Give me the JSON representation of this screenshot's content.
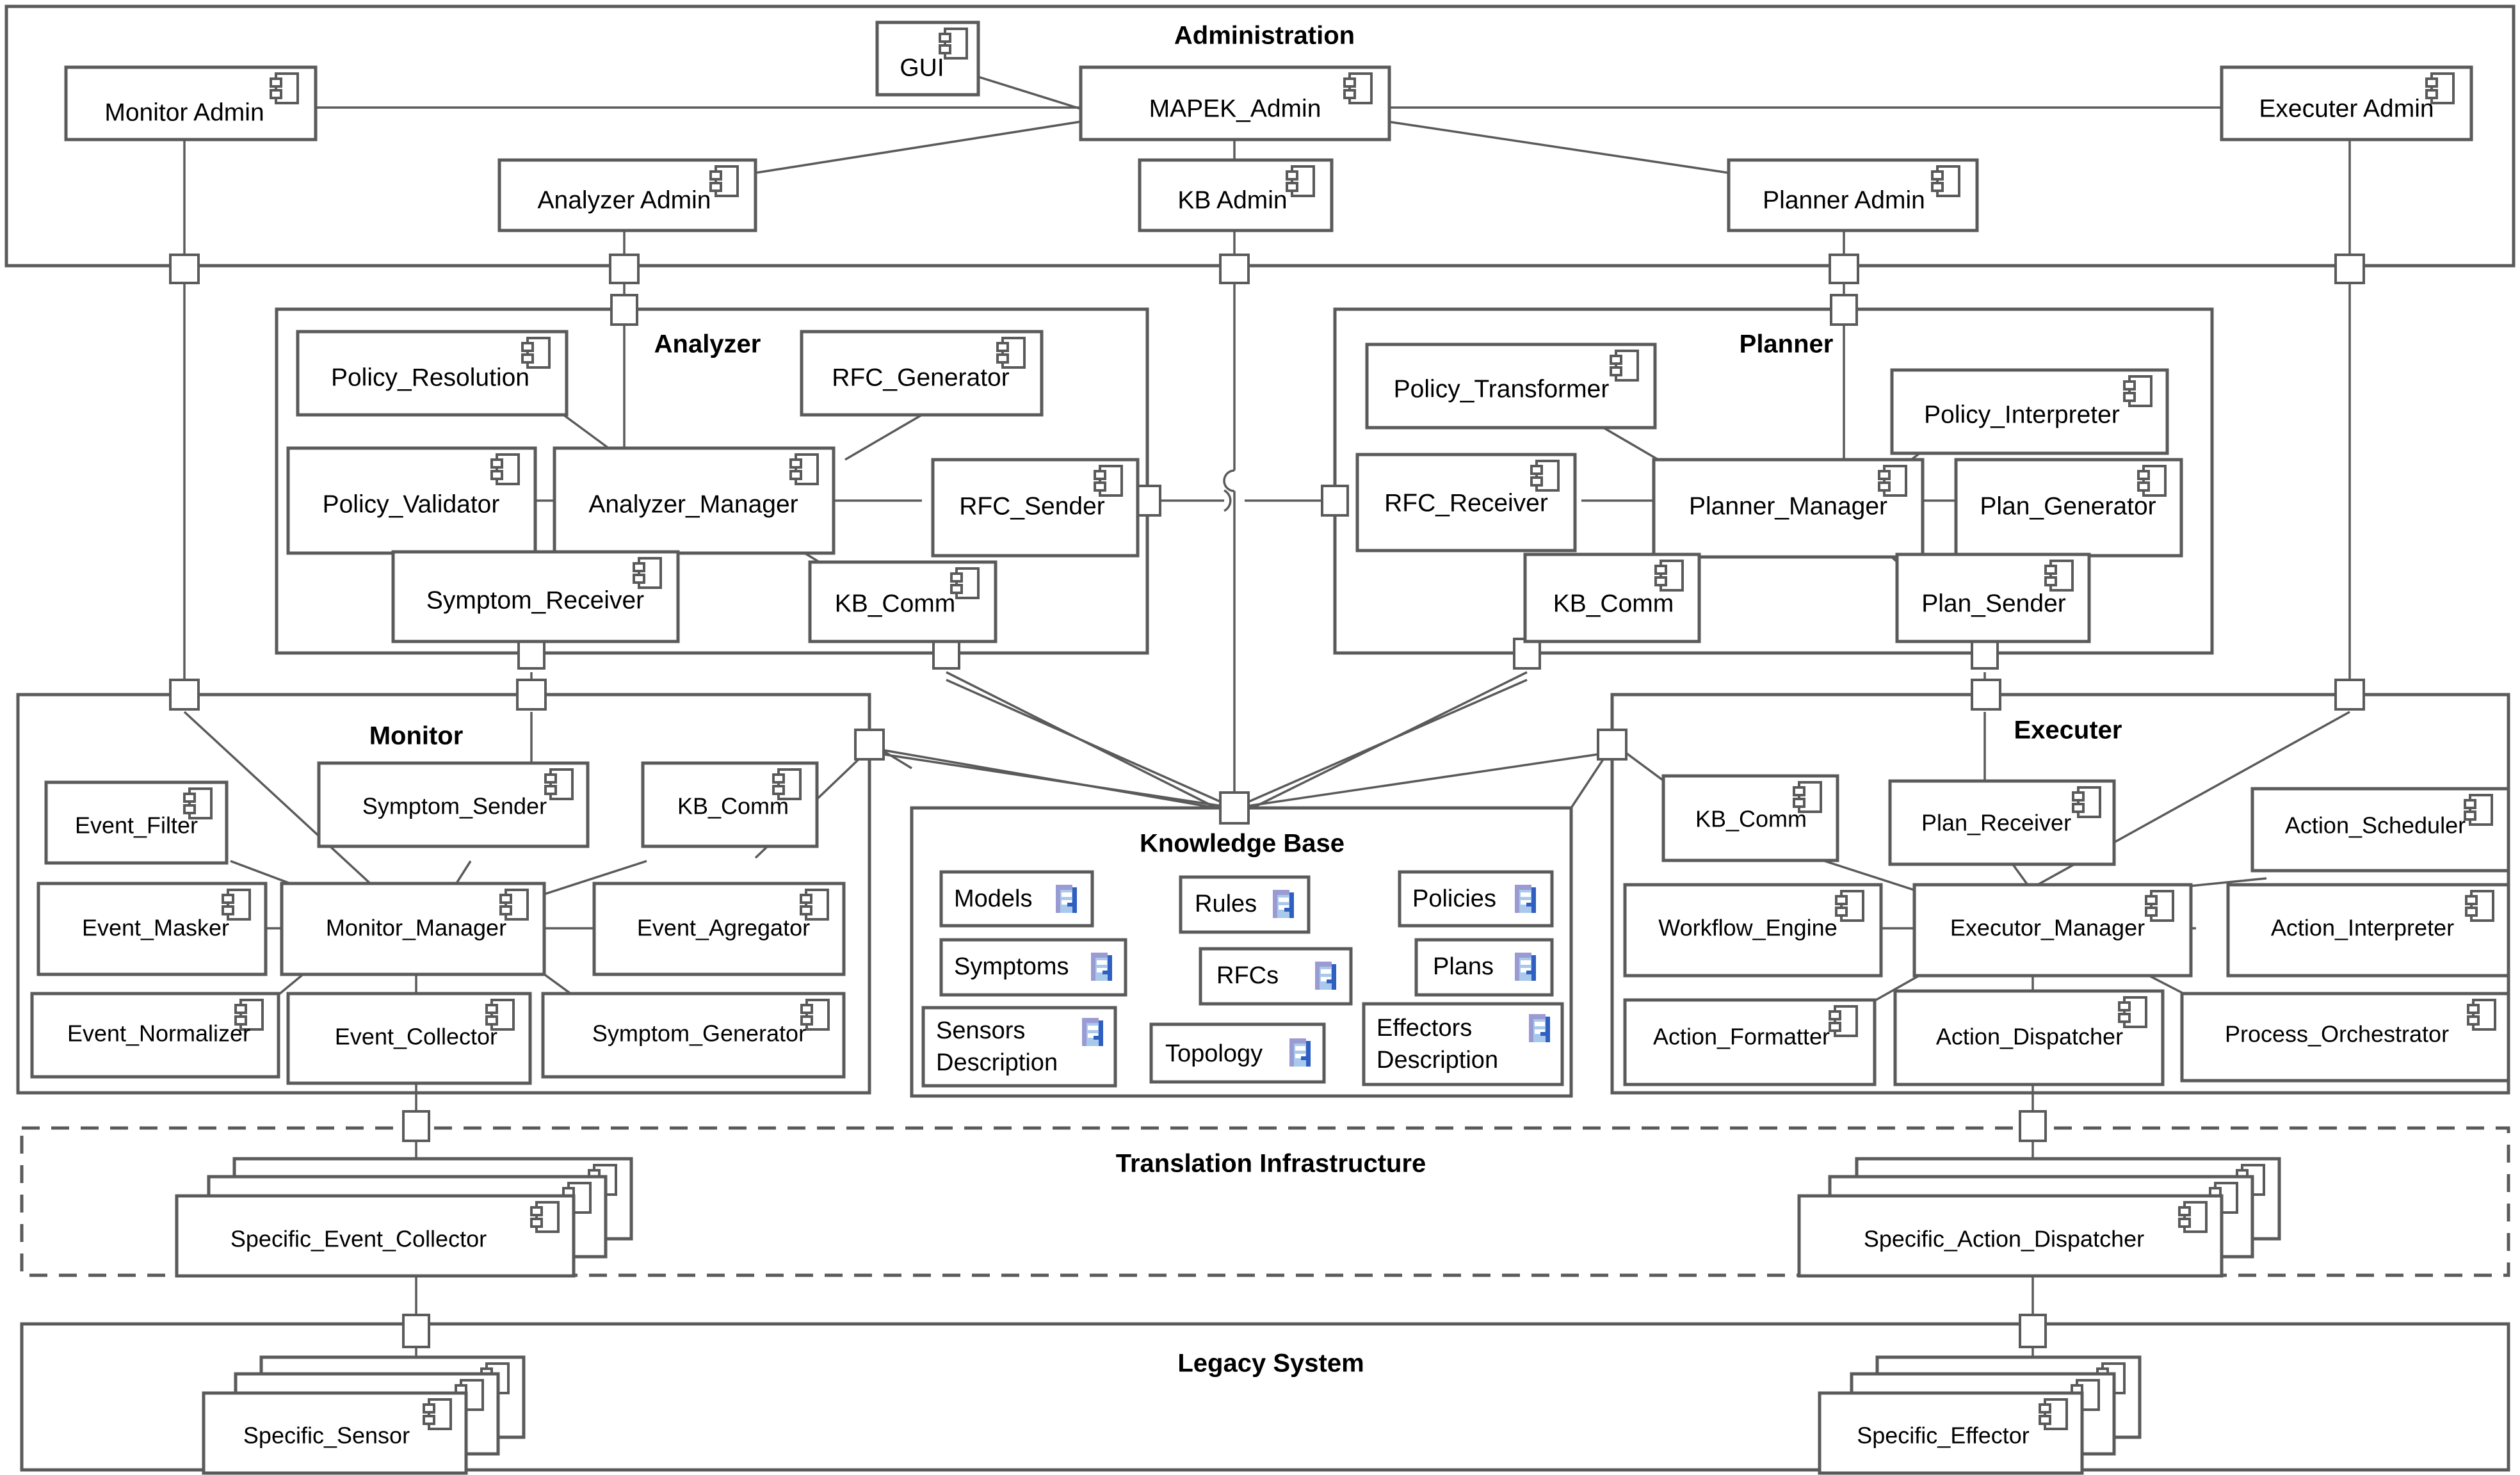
{
  "diagram": {
    "title": "MAPE-K Autonomic Management Component Diagram",
    "stroke_color": "#5a5a5a",
    "text_color": "#000000",
    "artifact_icon_color": "#9b9bd4"
  },
  "panels": {
    "administration": "Administration",
    "analyzer": "Analyzer",
    "planner": "Planner",
    "monitor": "Monitor",
    "knowledge_base": "Knowledge Base",
    "executer": "Executer",
    "translation_infrastructure": "Translation Infrastructure",
    "legacy_system": "Legacy System"
  },
  "administration": {
    "components": [
      {
        "label": "Monitor Admin"
      },
      {
        "label": "GUI"
      },
      {
        "label": "MAPEK_Admin"
      },
      {
        "label": "Executer Admin"
      },
      {
        "label": "Analyzer Admin"
      },
      {
        "label": "KB Admin"
      },
      {
        "label": "Planner Admin"
      }
    ]
  },
  "analyzer": {
    "components": [
      {
        "label": "Policy_Resolution"
      },
      {
        "label": "RFC_Generator"
      },
      {
        "label": "Policy_Validator"
      },
      {
        "label": "Analyzer_Manager"
      },
      {
        "label": "RFC_Sender"
      },
      {
        "label": "Symptom_Receiver"
      },
      {
        "label": "KB_Comm"
      }
    ]
  },
  "planner": {
    "components": [
      {
        "label": "Policy_Transformer"
      },
      {
        "label": "Policy_Interpreter"
      },
      {
        "label": "RFC_Receiver"
      },
      {
        "label": "Planner_Manager"
      },
      {
        "label": "Plan_Generator"
      },
      {
        "label": "KB_Comm"
      },
      {
        "label": "Plan_Sender"
      }
    ]
  },
  "monitor": {
    "components": [
      {
        "label": "Event_Filter"
      },
      {
        "label": "Symptom_Sender"
      },
      {
        "label": "KB_Comm"
      },
      {
        "label": "Event_Masker"
      },
      {
        "label": "Monitor_Manager"
      },
      {
        "label": "Event_Agregator"
      },
      {
        "label": "Event_Normalizer"
      },
      {
        "label": "Event_Collector"
      },
      {
        "label": "Symptom_Generator"
      }
    ]
  },
  "knowledge_base": {
    "artifacts": [
      {
        "label": "Models"
      },
      {
        "label": "Rules"
      },
      {
        "label": "Policies"
      },
      {
        "label": "Symptoms"
      },
      {
        "label": "RFCs"
      },
      {
        "label": "Plans"
      },
      {
        "label": "Sensors",
        "label2": "Description"
      },
      {
        "label": "Topology"
      },
      {
        "label": "Effectors",
        "label2": "Description"
      }
    ]
  },
  "executer": {
    "components": [
      {
        "label": "KB_Comm"
      },
      {
        "label": "Plan_Receiver"
      },
      {
        "label": "Action_Scheduler"
      },
      {
        "label": "Workflow_Engine"
      },
      {
        "label": "Executor_Manager"
      },
      {
        "label": "Action_Interpreter"
      },
      {
        "label": "Action_Formatter"
      },
      {
        "label": "Action_Dispatcher"
      },
      {
        "label": "Process_Orchestrator"
      }
    ]
  },
  "translation_infrastructure": {
    "components": [
      {
        "label": "Specific_Event_Collector"
      },
      {
        "label": "Specific_Action_Dispatcher"
      }
    ]
  },
  "legacy_system": {
    "components": [
      {
        "label": "Specific_Sensor"
      },
      {
        "label": "Specific_Effector"
      }
    ]
  }
}
